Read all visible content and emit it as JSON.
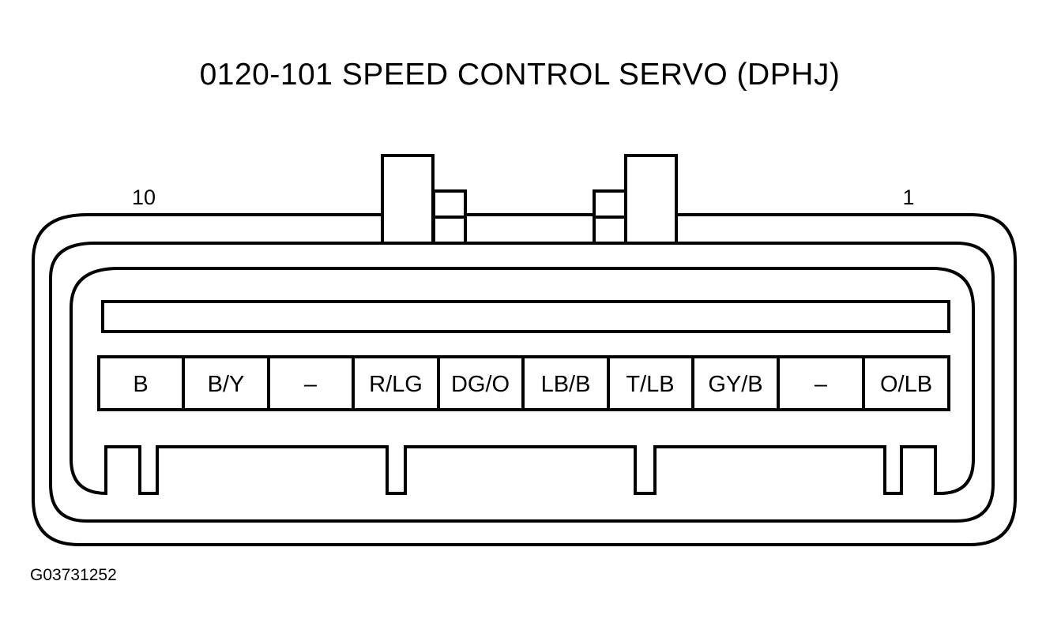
{
  "title": "0120-101 SPEED CONTROL SERVO (DPHJ)",
  "pin_label_left": "10",
  "pin_label_right": "1",
  "cells": [
    "B",
    "B/Y",
    "–",
    "R/LG",
    "DG/O",
    "LB/B",
    "T/LB",
    "GY/B",
    "–",
    "O/LB"
  ],
  "figure_id": "G03731252"
}
